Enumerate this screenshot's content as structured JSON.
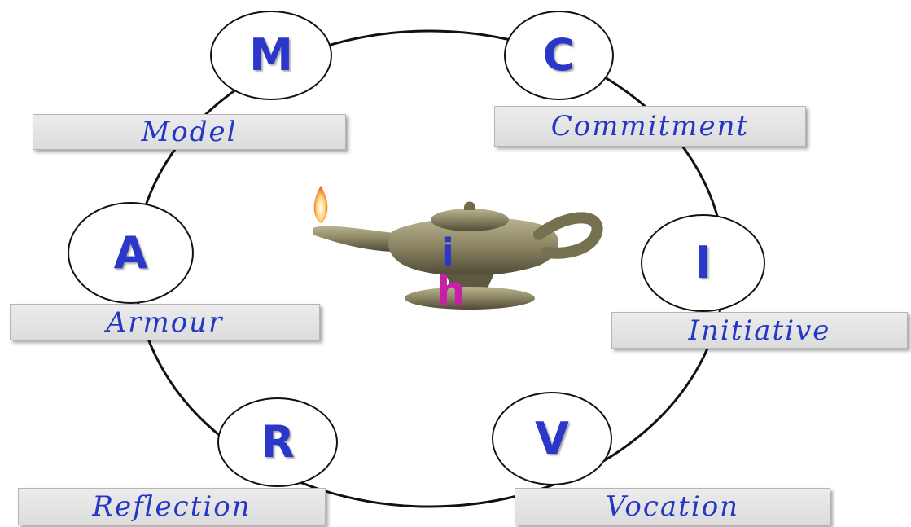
{
  "center": {
    "icon": "oil-lamp-icon",
    "letter_top": "i",
    "letter_bottom": "h",
    "colors": {
      "letter_top": "#2a37c9",
      "letter_bottom": "#c81ea8",
      "lamp_body": "#8a8463",
      "flame": "#e84a18"
    }
  },
  "nodes": [
    {
      "letter": "M",
      "label": "Model"
    },
    {
      "letter": "C",
      "label": "Commitment"
    },
    {
      "letter": "A",
      "label": "Armour"
    },
    {
      "letter": "I",
      "label": "Initiative"
    },
    {
      "letter": "R",
      "label": "Reflection"
    },
    {
      "letter": "V",
      "label": "Vocation"
    }
  ],
  "colors": {
    "letter": "#2a37c9",
    "label_text": "#2436c4",
    "label_box": "#e4e4e4",
    "ring": "#111111"
  }
}
